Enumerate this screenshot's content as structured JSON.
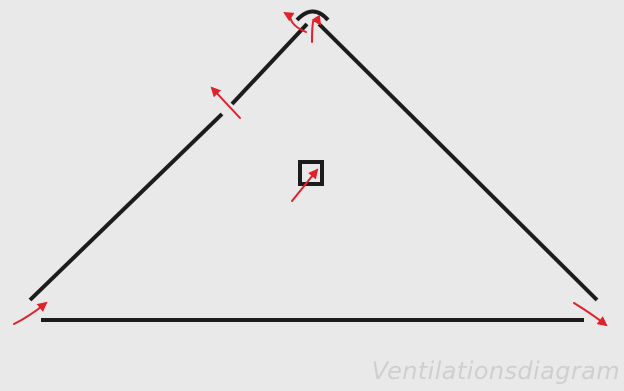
{
  "caption": "Ventilationsdiagram",
  "colors": {
    "background": "#e9e9e9",
    "structure": "#1c1c1c",
    "airflow": "#e0202a",
    "caption": "#cfcfcf"
  },
  "icons": {
    "ridge_vent": "ridge-vent-cap",
    "roof_vent": "roof-vent-slit",
    "room_vent": "room-vent-square",
    "eave_vent_left": "eave-vent-left",
    "eave_vent_right": "eave-vent-right",
    "airflow_arrow": "airflow-arrow"
  }
}
